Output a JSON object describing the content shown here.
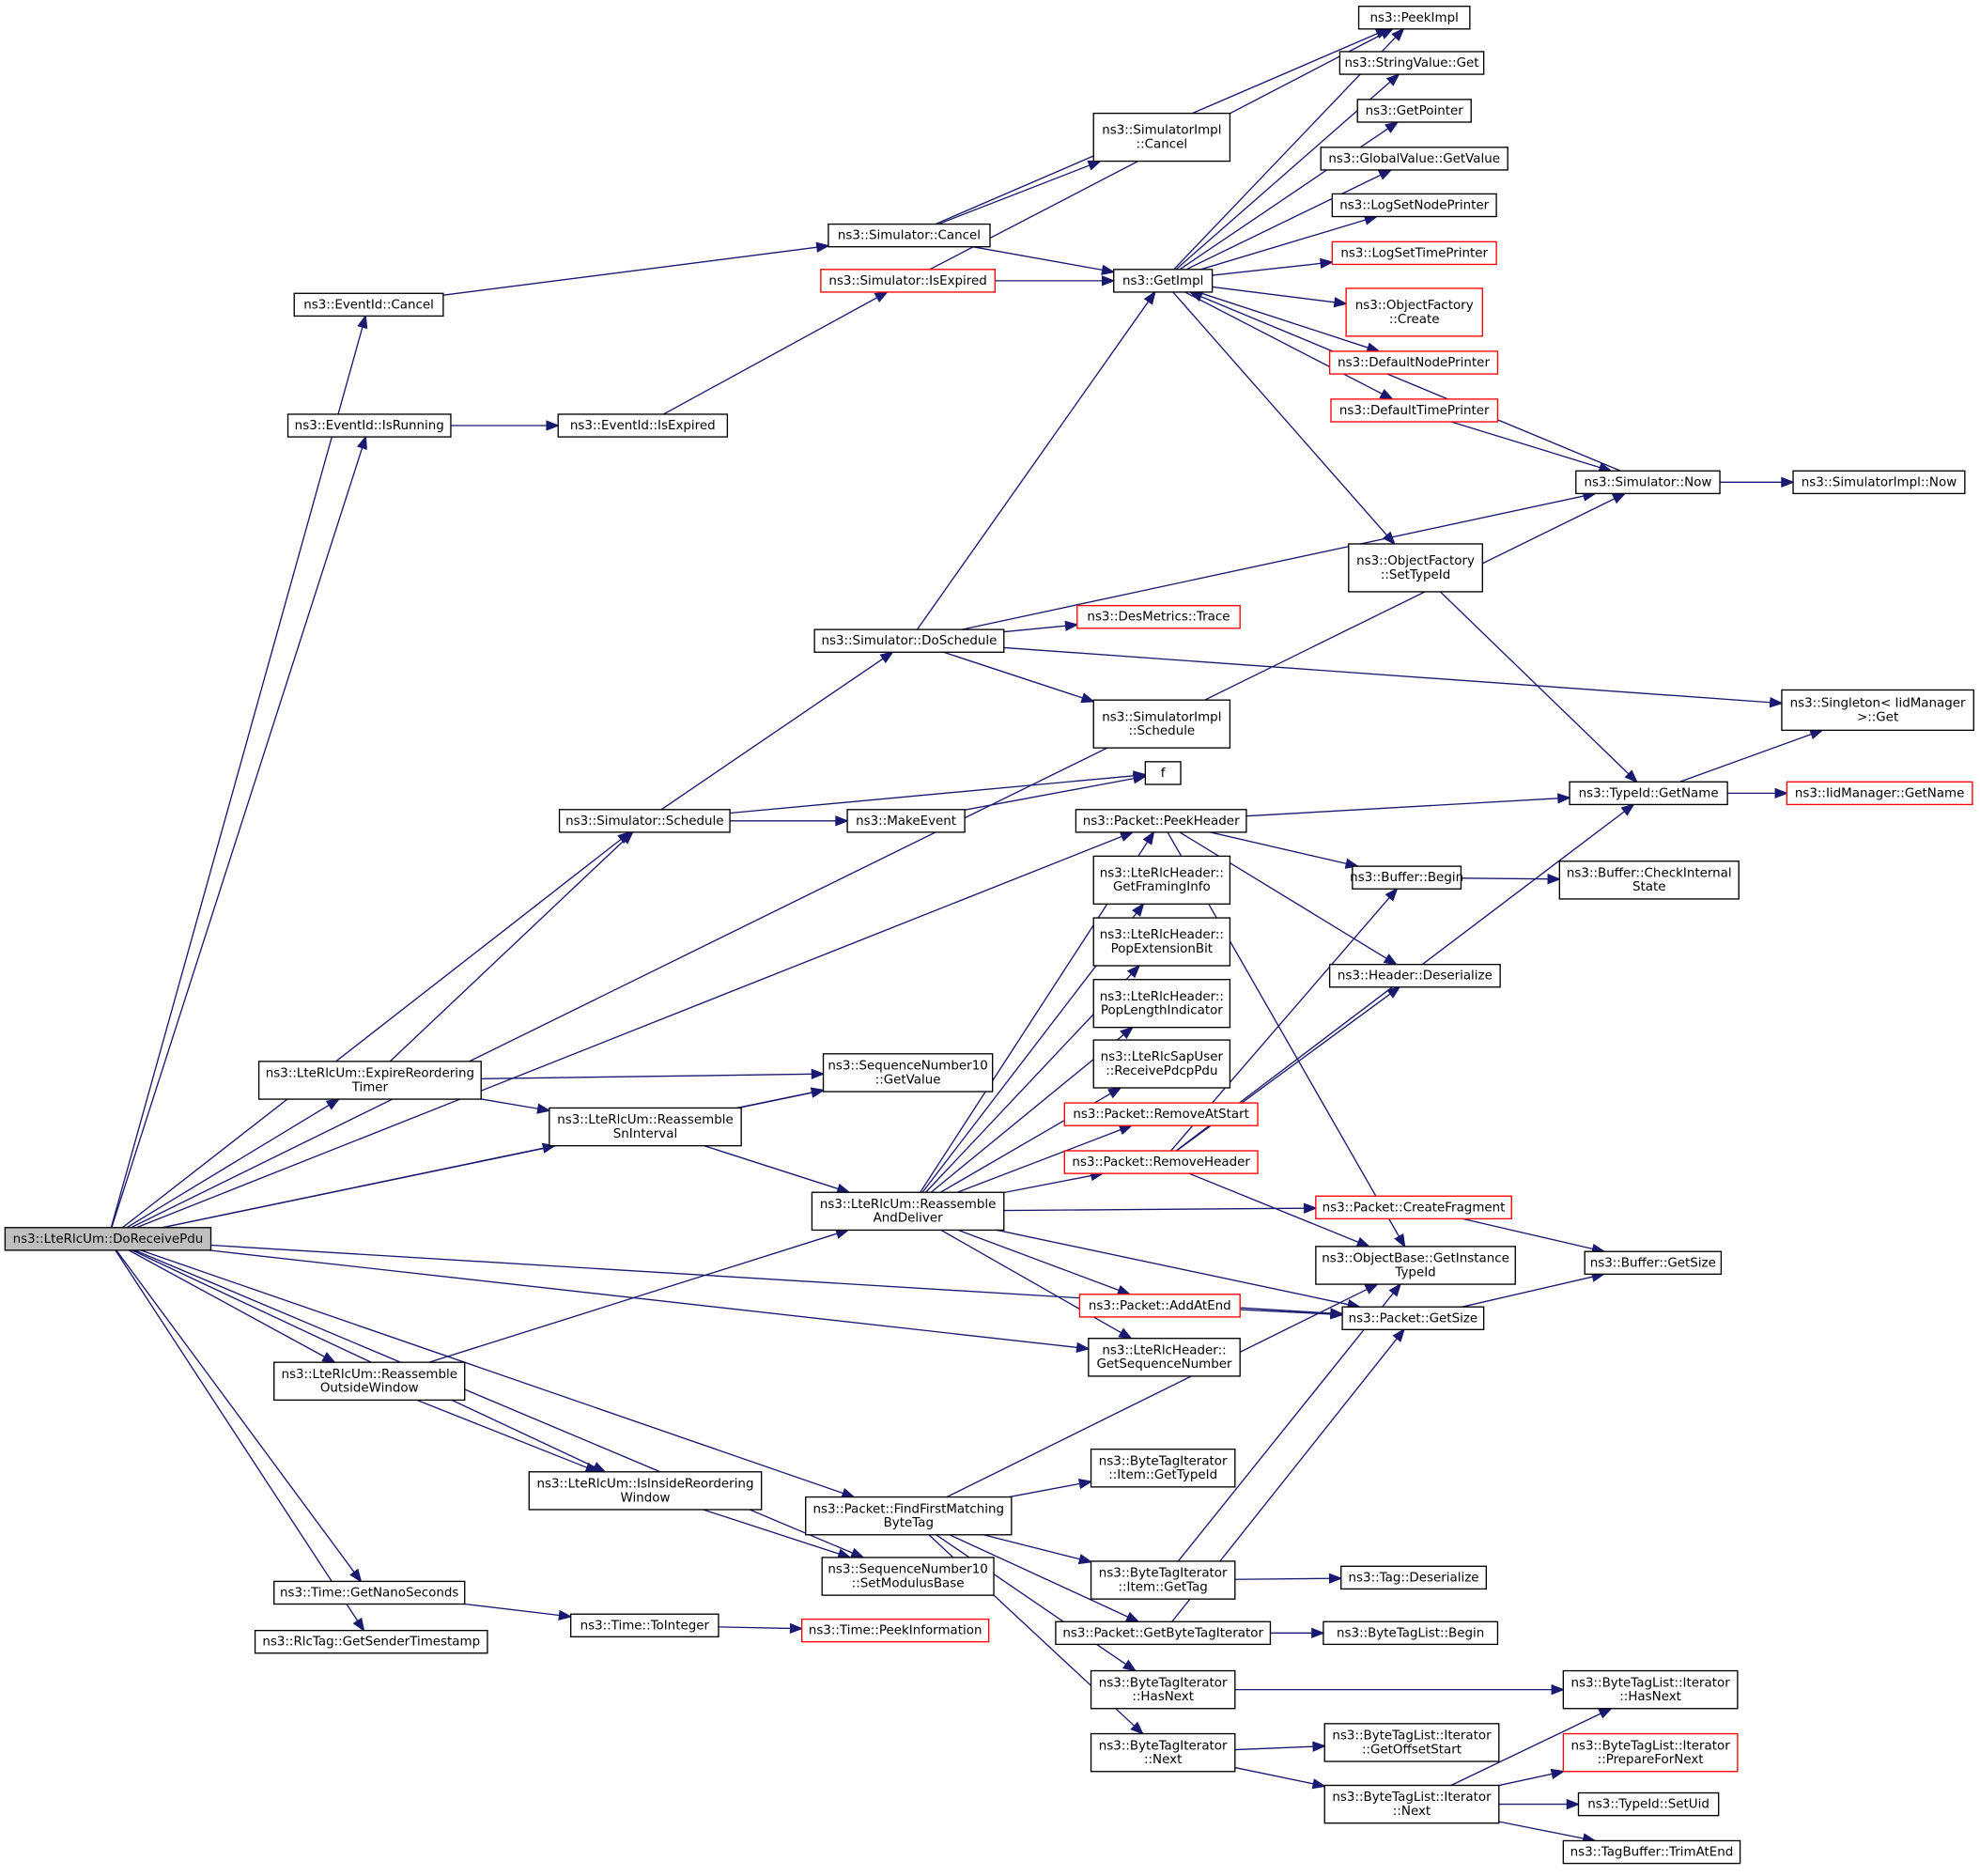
{
  "title": "ns3::LteRlcUm::DoReceivePdu call graph",
  "colors": {
    "edge": "#191970",
    "node_border": "#000000",
    "undocumented_border": "#ff0000",
    "root_fill": "#bfbfbf",
    "background": "#ffffff"
  },
  "nodes": [
    {
      "id": "DoReceivePdu",
      "lines": [
        "ns3::LteRlcUm::DoReceivePdu"
      ],
      "kind": "root"
    },
    {
      "id": "EventIdCancel",
      "lines": [
        "ns3::EventId::Cancel"
      ]
    },
    {
      "id": "EventIdIsRunning",
      "lines": [
        "ns3::EventId::IsRunning"
      ]
    },
    {
      "id": "EventIdIsExpired",
      "lines": [
        "ns3::EventId::IsExpired"
      ]
    },
    {
      "id": "SimulatorCancel",
      "lines": [
        "ns3::Simulator::Cancel"
      ]
    },
    {
      "id": "SimulatorIsExpired",
      "lines": [
        "ns3::Simulator::IsExpired"
      ],
      "kind": "undoc"
    },
    {
      "id": "SimulatorImplCancel",
      "lines": [
        "ns3::SimulatorImpl",
        "::Cancel"
      ]
    },
    {
      "id": "GetImpl",
      "lines": [
        "ns3::GetImpl"
      ]
    },
    {
      "id": "PeekImpl",
      "lines": [
        "ns3::PeekImpl"
      ]
    },
    {
      "id": "StringValueGet",
      "lines": [
        "ns3::StringValue::Get"
      ]
    },
    {
      "id": "GetPointer",
      "lines": [
        "ns3::GetPointer"
      ]
    },
    {
      "id": "GlobalValueGetValue",
      "lines": [
        "ns3::GlobalValue::GetValue"
      ]
    },
    {
      "id": "LogSetNodePrinter",
      "lines": [
        "ns3::LogSetNodePrinter"
      ]
    },
    {
      "id": "LogSetTimePrinter",
      "lines": [
        "ns3::LogSetTimePrinter"
      ],
      "kind": "undoc"
    },
    {
      "id": "ObjectFactoryCreate",
      "lines": [
        "ns3::ObjectFactory",
        "::Create"
      ],
      "kind": "undoc"
    },
    {
      "id": "DefaultNodePrinter",
      "lines": [
        "ns3::DefaultNodePrinter"
      ],
      "kind": "undoc"
    },
    {
      "id": "DefaultTimePrinter",
      "lines": [
        "ns3::DefaultTimePrinter"
      ],
      "kind": "undoc"
    },
    {
      "id": "SimulatorNow",
      "lines": [
        "ns3::Simulator::Now"
      ]
    },
    {
      "id": "SimulatorImplNow",
      "lines": [
        "ns3::SimulatorImpl::Now"
      ]
    },
    {
      "id": "ObjectFactorySetTypeId",
      "lines": [
        "ns3::ObjectFactory",
        "::SetTypeId"
      ]
    },
    {
      "id": "SimulatorDoSchedule",
      "lines": [
        "ns3::Simulator::DoSchedule"
      ]
    },
    {
      "id": "DesMetricsTrace",
      "lines": [
        "ns3::DesMetrics::Trace"
      ],
      "kind": "undoc"
    },
    {
      "id": "SimulatorImplSchedule",
      "lines": [
        "ns3::SimulatorImpl",
        "::Schedule"
      ]
    },
    {
      "id": "SingletonGet",
      "lines": [
        "ns3::Singleton< IidManager",
        " >::Get"
      ]
    },
    {
      "id": "f",
      "lines": [
        "f"
      ]
    },
    {
      "id": "SimulatorSchedule",
      "lines": [
        "ns3::Simulator::Schedule"
      ]
    },
    {
      "id": "MakeEvent",
      "lines": [
        "ns3::MakeEvent"
      ]
    },
    {
      "id": "PacketPeekHeader",
      "lines": [
        "ns3::Packet::PeekHeader"
      ]
    },
    {
      "id": "TypeIdGetName",
      "lines": [
        "ns3::TypeId::GetName"
      ]
    },
    {
      "id": "IidManagerGetName",
      "lines": [
        "ns3::IidManager::GetName"
      ],
      "kind": "undoc"
    },
    {
      "id": "GetFramingInfo",
      "lines": [
        "ns3::LteRlcHeader::",
        "GetFramingInfo"
      ]
    },
    {
      "id": "BufferBegin",
      "lines": [
        "ns3::Buffer::Begin"
      ]
    },
    {
      "id": "BufferCheckInternalState",
      "lines": [
        "ns3::Buffer::CheckInternal",
        "State"
      ]
    },
    {
      "id": "PopExtensionBit",
      "lines": [
        "ns3::LteRlcHeader::",
        "PopExtensionBit"
      ]
    },
    {
      "id": "HeaderDeserialize",
      "lines": [
        "ns3::Header::Deserialize"
      ]
    },
    {
      "id": "PopLengthIndicator",
      "lines": [
        "ns3::LteRlcHeader::",
        "PopLengthIndicator"
      ]
    },
    {
      "id": "ExpireReorderingTimer",
      "lines": [
        "ns3::LteRlcUm::ExpireReordering",
        "Timer"
      ]
    },
    {
      "id": "SeqNumGetValue",
      "lines": [
        "ns3::SequenceNumber10",
        "::GetValue"
      ]
    },
    {
      "id": "ReceivePdcpPdu",
      "lines": [
        "ns3::LteRlcSapUser",
        "::ReceivePdcpPdu"
      ]
    },
    {
      "id": "PacketRemoveAtStart",
      "lines": [
        "ns3::Packet::RemoveAtStart"
      ],
      "kind": "undoc"
    },
    {
      "id": "ReassembleSnInterval",
      "lines": [
        "ns3::LteRlcUm::Reassemble",
        "SnInterval"
      ]
    },
    {
      "id": "PacketRemoveHeader",
      "lines": [
        "ns3::Packet::RemoveHeader"
      ],
      "kind": "undoc"
    },
    {
      "id": "ReassembleAndDeliver",
      "lines": [
        "ns3::LteRlcUm::Reassemble",
        "AndDeliver"
      ]
    },
    {
      "id": "PacketCreateFragment",
      "lines": [
        "ns3::Packet::CreateFragment"
      ],
      "kind": "undoc"
    },
    {
      "id": "GetInstanceTypeId",
      "lines": [
        "ns3::ObjectBase::GetInstance",
        "TypeId"
      ]
    },
    {
      "id": "BufferGetSize",
      "lines": [
        "ns3::Buffer::GetSize"
      ]
    },
    {
      "id": "PacketAddAtEnd",
      "lines": [
        "ns3::Packet::AddAtEnd"
      ],
      "kind": "undoc"
    },
    {
      "id": "PacketGetSize",
      "lines": [
        "ns3::Packet::GetSize"
      ]
    },
    {
      "id": "GetSequenceNumber",
      "lines": [
        "ns3::LteRlcHeader::",
        "GetSequenceNumber"
      ]
    },
    {
      "id": "ReassembleOutsideWindow",
      "lines": [
        "ns3::LteRlcUm::Reassemble",
        "OutsideWindow"
      ]
    },
    {
      "id": "ItemGetTypeId",
      "lines": [
        "ns3::ByteTagIterator",
        "::Item::GetTypeId"
      ]
    },
    {
      "id": "IsInsideReorderingWindow",
      "lines": [
        "ns3::LteRlcUm::IsInsideReordering",
        "Window"
      ]
    },
    {
      "id": "FindFirstMatchingByteTag",
      "lines": [
        "ns3::Packet::FindFirstMatching",
        "ByteTag"
      ]
    },
    {
      "id": "SetModulusBase",
      "lines": [
        "ns3::SequenceNumber10",
        "::SetModulusBase"
      ]
    },
    {
      "id": "ItemGetTag",
      "lines": [
        "ns3::ByteTagIterator",
        "::Item::GetTag"
      ]
    },
    {
      "id": "TagDeserialize",
      "lines": [
        "ns3::Tag::Deserialize"
      ]
    },
    {
      "id": "TimeGetNanoSeconds",
      "lines": [
        "ns3::Time::GetNanoSeconds"
      ]
    },
    {
      "id": "TimeToInteger",
      "lines": [
        "ns3::Time::ToInteger"
      ]
    },
    {
      "id": "TimePeekInformation",
      "lines": [
        "ns3::Time::PeekInformation"
      ],
      "kind": "undoc"
    },
    {
      "id": "GetSenderTimestamp",
      "lines": [
        "ns3::RlcTag::GetSenderTimestamp"
      ]
    },
    {
      "id": "GetByteTagIterator",
      "lines": [
        "ns3::Packet::GetByteTagIterator"
      ]
    },
    {
      "id": "ByteTagListBegin",
      "lines": [
        "ns3::ByteTagList::Begin"
      ]
    },
    {
      "id": "BTIHasNext",
      "lines": [
        "ns3::ByteTagIterator",
        "::HasNext"
      ]
    },
    {
      "id": "BTLIHasNext",
      "lines": [
        "ns3::ByteTagList::Iterator",
        "::HasNext"
      ]
    },
    {
      "id": "BTINext",
      "lines": [
        "ns3::ByteTagIterator",
        "::Next"
      ]
    },
    {
      "id": "GetOffsetStart",
      "lines": [
        "ns3::ByteTagList::Iterator",
        "::GetOffsetStart"
      ]
    },
    {
      "id": "PrepareForNext",
      "lines": [
        "ns3::ByteTagList::Iterator",
        "::PrepareForNext"
      ],
      "kind": "undoc"
    },
    {
      "id": "BTLINext",
      "lines": [
        "ns3::ByteTagList::Iterator",
        "::Next"
      ]
    },
    {
      "id": "TypeIdSetUid",
      "lines": [
        "ns3::TypeId::SetUid"
      ]
    },
    {
      "id": "TrimAtEnd",
      "lines": [
        "ns3::TagBuffer::TrimAtEnd"
      ]
    }
  ],
  "edges": [
    [
      "DoReceivePdu",
      "EventIdCancel"
    ],
    [
      "DoReceivePdu",
      "EventIdIsRunning"
    ],
    [
      "DoReceivePdu",
      "SimulatorNow"
    ],
    [
      "DoReceivePdu",
      "SimulatorSchedule"
    ],
    [
      "DoReceivePdu",
      "ExpireReorderingTimer"
    ],
    [
      "DoReceivePdu",
      "SeqNumGetValue"
    ],
    [
      "DoReceivePdu",
      "ReassembleSnInterval"
    ],
    [
      "DoReceivePdu",
      "PacketPeekHeader"
    ],
    [
      "DoReceivePdu",
      "GetSequenceNumber"
    ],
    [
      "DoReceivePdu",
      "PacketGetSize"
    ],
    [
      "DoReceivePdu",
      "ReassembleOutsideWindow"
    ],
    [
      "DoReceivePdu",
      "IsInsideReorderingWindow"
    ],
    [
      "DoReceivePdu",
      "FindFirstMatchingByteTag"
    ],
    [
      "DoReceivePdu",
      "SetModulusBase"
    ],
    [
      "DoReceivePdu",
      "TimeGetNanoSeconds"
    ],
    [
      "DoReceivePdu",
      "GetSenderTimestamp"
    ],
    [
      "EventIdCancel",
      "SimulatorCancel"
    ],
    [
      "EventIdIsRunning",
      "EventIdIsExpired"
    ],
    [
      "EventIdIsExpired",
      "SimulatorIsExpired"
    ],
    [
      "SimulatorCancel",
      "SimulatorImplCancel"
    ],
    [
      "SimulatorCancel",
      "PeekImpl"
    ],
    [
      "SimulatorCancel",
      "GetImpl"
    ],
    [
      "SimulatorIsExpired",
      "PeekImpl"
    ],
    [
      "SimulatorIsExpired",
      "GetImpl"
    ],
    [
      "GetImpl",
      "PeekImpl"
    ],
    [
      "GetImpl",
      "StringValueGet"
    ],
    [
      "GetImpl",
      "GetPointer"
    ],
    [
      "GetImpl",
      "GlobalValueGetValue"
    ],
    [
      "GetImpl",
      "LogSetNodePrinter"
    ],
    [
      "GetImpl",
      "LogSetTimePrinter"
    ],
    [
      "GetImpl",
      "ObjectFactoryCreate"
    ],
    [
      "GetImpl",
      "DefaultNodePrinter"
    ],
    [
      "GetImpl",
      "DefaultTimePrinter"
    ],
    [
      "GetImpl",
      "ObjectFactorySetTypeId"
    ],
    [
      "SimulatorNow",
      "GetImpl"
    ],
    [
      "SimulatorNow",
      "SimulatorImplNow"
    ],
    [
      "DefaultTimePrinter",
      "SimulatorNow"
    ],
    [
      "ObjectFactorySetTypeId",
      "TypeIdGetName"
    ],
    [
      "SimulatorDoSchedule",
      "GetImpl"
    ],
    [
      "SimulatorDoSchedule",
      "SimulatorNow"
    ],
    [
      "SimulatorDoSchedule",
      "DesMetricsTrace"
    ],
    [
      "SimulatorDoSchedule",
      "SimulatorImplSchedule"
    ],
    [
      "SimulatorDoSchedule",
      "SingletonGet"
    ],
    [
      "SimulatorSchedule",
      "SimulatorDoSchedule"
    ],
    [
      "SimulatorSchedule",
      "f"
    ],
    [
      "SimulatorSchedule",
      "MakeEvent"
    ],
    [
      "MakeEvent",
      "f"
    ],
    [
      "TypeIdGetName",
      "SingletonGet"
    ],
    [
      "TypeIdGetName",
      "IidManagerGetName"
    ],
    [
      "PacketPeekHeader",
      "TypeIdGetName"
    ],
    [
      "PacketPeekHeader",
      "BufferBegin"
    ],
    [
      "PacketPeekHeader",
      "HeaderDeserialize"
    ],
    [
      "PacketPeekHeader",
      "GetInstanceTypeId"
    ],
    [
      "BufferBegin",
      "BufferCheckInternalState"
    ],
    [
      "ExpireReorderingTimer",
      "SimulatorSchedule"
    ],
    [
      "ExpireReorderingTimer",
      "SeqNumGetValue"
    ],
    [
      "ExpireReorderingTimer",
      "ReassembleSnInterval"
    ],
    [
      "ReassembleSnInterval",
      "SeqNumGetValue"
    ],
    [
      "ReassembleSnInterval",
      "ReassembleAndDeliver"
    ],
    [
      "ReassembleAndDeliver",
      "PacketPeekHeader"
    ],
    [
      "ReassembleAndDeliver",
      "GetFramingInfo"
    ],
    [
      "ReassembleAndDeliver",
      "PopExtensionBit"
    ],
    [
      "ReassembleAndDeliver",
      "PopLengthIndicator"
    ],
    [
      "ReassembleAndDeliver",
      "ReceivePdcpPdu"
    ],
    [
      "ReassembleAndDeliver",
      "PacketRemoveAtStart"
    ],
    [
      "ReassembleAndDeliver",
      "PacketRemoveHeader"
    ],
    [
      "ReassembleAndDeliver",
      "PacketCreateFragment"
    ],
    [
      "ReassembleAndDeliver",
      "PacketAddAtEnd"
    ],
    [
      "ReassembleAndDeliver",
      "PacketGetSize"
    ],
    [
      "ReassembleAndDeliver",
      "GetSequenceNumber"
    ],
    [
      "PacketRemoveHeader",
      "BufferBegin"
    ],
    [
      "PacketRemoveHeader",
      "HeaderDeserialize"
    ],
    [
      "PacketRemoveHeader",
      "TypeIdGetName"
    ],
    [
      "PacketRemoveHeader",
      "GetInstanceTypeId"
    ],
    [
      "PacketCreateFragment",
      "BufferGetSize"
    ],
    [
      "PacketAddAtEnd",
      "PacketGetSize"
    ],
    [
      "PacketGetSize",
      "BufferGetSize"
    ],
    [
      "ReassembleOutsideWindow",
      "ReassembleAndDeliver"
    ],
    [
      "ReassembleOutsideWindow",
      "IsInsideReorderingWindow"
    ],
    [
      "IsInsideReorderingWindow",
      "SetModulusBase"
    ],
    [
      "FindFirstMatchingByteTag",
      "ItemGetTypeId"
    ],
    [
      "FindFirstMatchingByteTag",
      "GetInstanceTypeId"
    ],
    [
      "FindFirstMatchingByteTag",
      "ItemGetTag"
    ],
    [
      "FindFirstMatchingByteTag",
      "GetByteTagIterator"
    ],
    [
      "FindFirstMatchingByteTag",
      "BTIHasNext"
    ],
    [
      "FindFirstMatchingByteTag",
      "BTINext"
    ],
    [
      "ItemGetTag",
      "GetInstanceTypeId"
    ],
    [
      "ItemGetTag",
      "TagDeserialize"
    ],
    [
      "GetByteTagIterator",
      "PacketGetSize"
    ],
    [
      "GetByteTagIterator",
      "ByteTagListBegin"
    ],
    [
      "BTIHasNext",
      "BTLIHasNext"
    ],
    [
      "BTINext",
      "GetOffsetStart"
    ],
    [
      "BTINext",
      "BTLINext"
    ],
    [
      "BTLINext",
      "BTLIHasNext"
    ],
    [
      "BTLINext",
      "PrepareForNext"
    ],
    [
      "BTLINext",
      "TypeIdSetUid"
    ],
    [
      "BTLINext",
      "TrimAtEnd"
    ],
    [
      "TimeGetNanoSeconds",
      "TimeToInteger"
    ],
    [
      "TimeToInteger",
      "TimePeekInformation"
    ]
  ]
}
